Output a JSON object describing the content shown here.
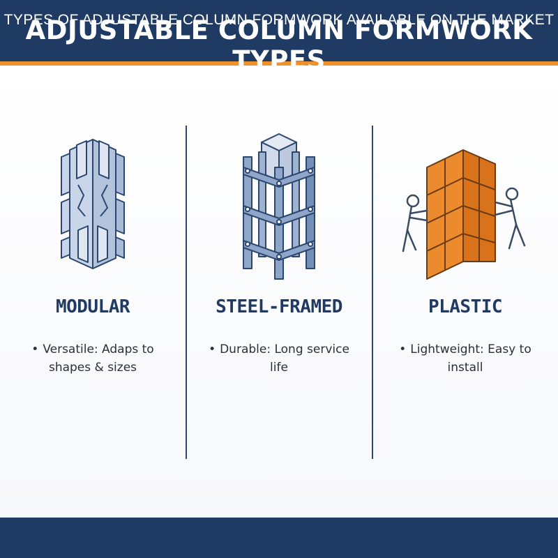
{
  "header": {
    "title": "ADJUSTABLE COLUMN FORMWORK TYPES"
  },
  "types": [
    {
      "title": "MODULAR",
      "description": "Versatile: Adaps to shapes & sizes",
      "icon": "modular-formwork-icon"
    },
    {
      "title": "STEEL-FRAMED",
      "description": "Durable: Long service life",
      "icon": "steel-framed-formwork-icon"
    },
    {
      "title": "PLASTIC",
      "description": "Lightweight: Easy to install",
      "icon": "plastic-formwork-icon"
    }
  ],
  "footer": {
    "text": "TYPES OF ADJUSTABLE COLUMN FORMWORK AVAILABLE ON THE MARKET"
  },
  "colors": {
    "navy": "#1f3a63",
    "accent_orange": "#f0922b",
    "modular_fill": "#c9d5e8",
    "steel_fill": "#8fa6c8",
    "plastic_fill": "#ec8a2e"
  }
}
